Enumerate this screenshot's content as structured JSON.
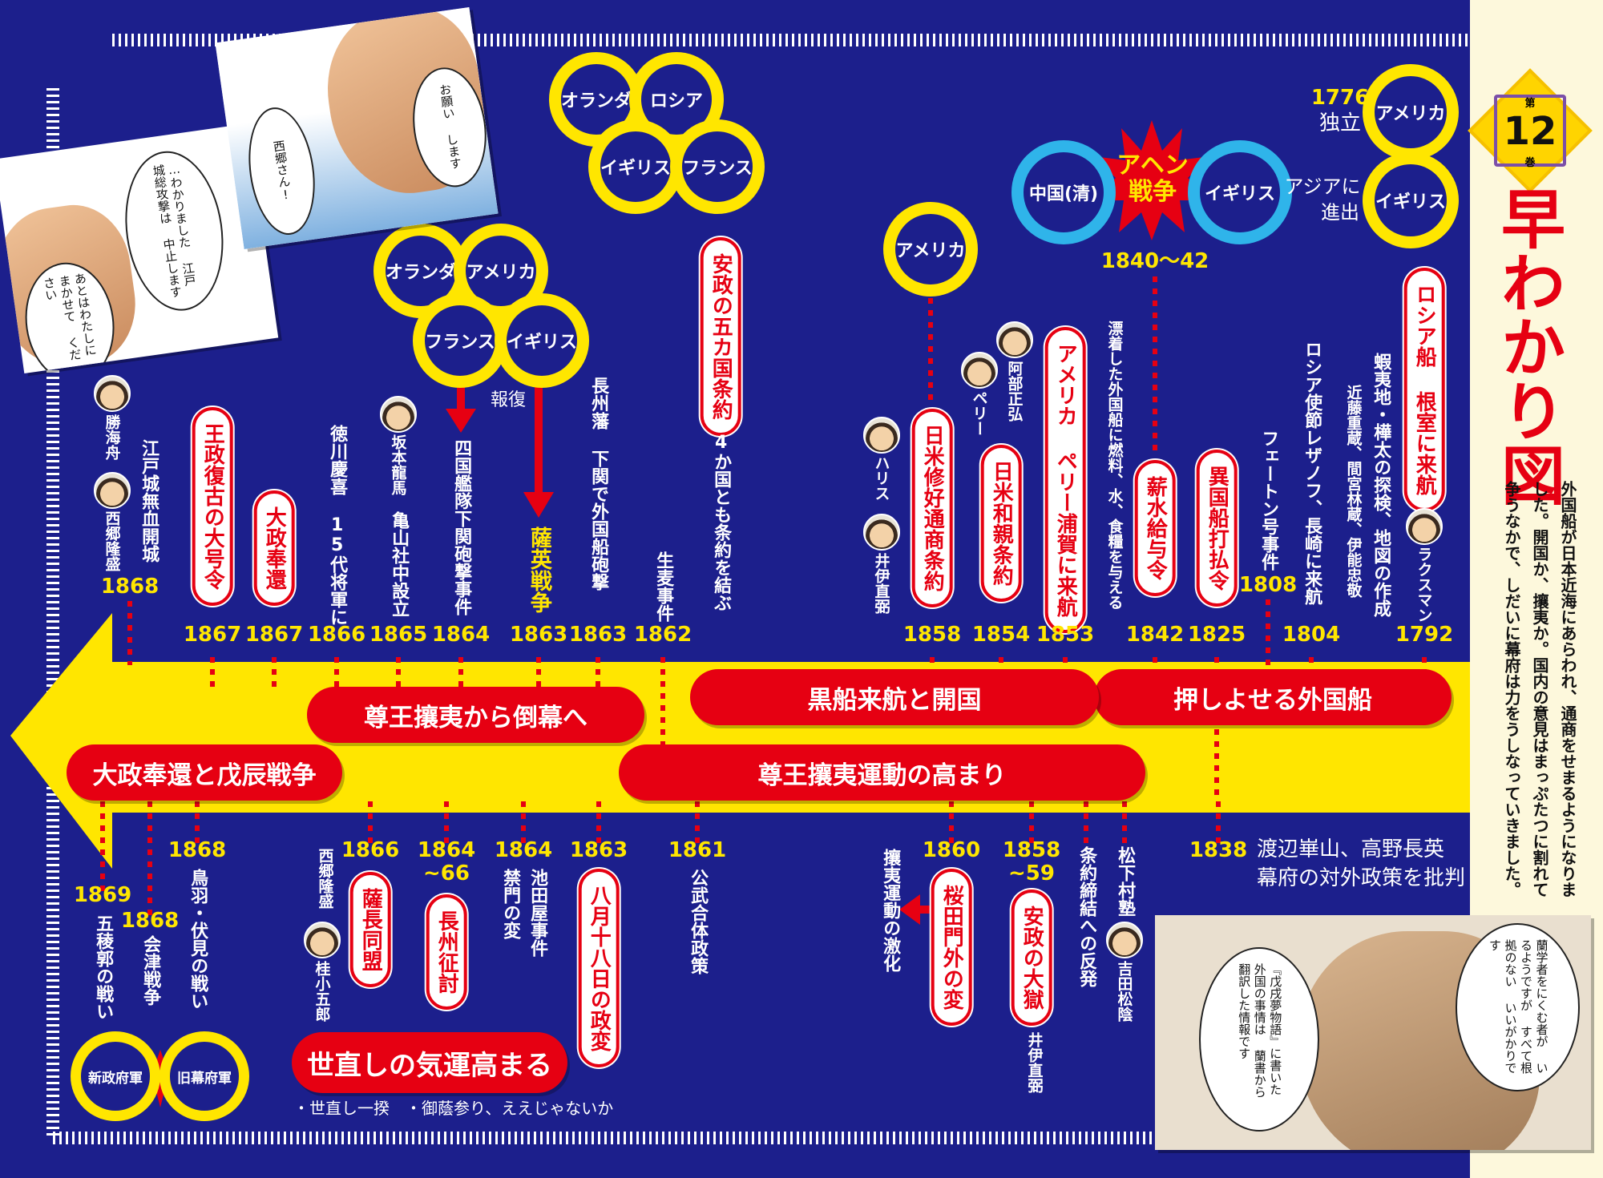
{
  "side_panel": {
    "volume_prefix": "第",
    "volume_number": "12",
    "volume_suffix": "巻",
    "title": "早わかり図",
    "description": [
      "外国船が日本近海にあらわれ、通商をせまるようになりま",
      "した。開国か、攘夷か。国内の意見はまっぷたつに割れて",
      "争うなかで、しだいに幕府は力をうしなっていきました。"
    ]
  },
  "bands": [
    "押しよせる外国船",
    "黒船来航と開国",
    "尊王攘夷から倒幕へ",
    "大政奉還と戊辰戦争",
    "尊王攘夷運動の高まり",
    "世直しの気運高まる"
  ],
  "yonaoshi_note": "・世直し一揆　・御蔭参り、ええじゃないか",
  "events_top": [
    "ロシア船 根室に来航",
    "蝦夷地・樺太の探検、地図の作成",
    "近藤重蔵、間宮林蔵、伊能忠敬",
    "ロシア使節レザノフ、長崎に来航",
    "フェートン号事件",
    "異国船打払令",
    "薪水給与令",
    "漂着した外国船に燃料、水、食糧を与える",
    "アメリカ ペリー浦賀に来航",
    "日米和親条約",
    "日米修好通商条約",
    "安政の五カ国条約",
    "4か国とも条約を結ぶ",
    "生麦事件",
    "長州藩 下関で外国船砲撃",
    "薩英戦争",
    "四国艦隊下関砲撃事件",
    "亀山社中設立",
    "徳川慶喜 15代将軍に",
    "大政奉還",
    "王政復古の大号令",
    "江戸城無血開城"
  ],
  "retaliation_label": "報復",
  "events_bottom": [
    "五稜郭の戦い",
    "会津戦争",
    "鳥羽・伏見の戦い",
    "薩長同盟",
    "長州征討",
    "禁門の変",
    "池田屋事件",
    "八月十八日の政変",
    "公武合体政策",
    "攘夷運動の激化",
    "桜田門外の変",
    "安政の大獄",
    "条約締結への反発",
    "松下村塾"
  ],
  "criticism": [
    "渡辺崋山、高野長英",
    "幕府の対外政策を批判"
  ],
  "years_top": [
    "1868",
    "1867",
    "1867",
    "1866",
    "1865",
    "1864",
    "1863",
    "1863",
    "1862",
    "1858",
    "1854",
    "1853",
    "1842",
    "1825",
    "1808",
    "1804",
    "1792"
  ],
  "years_bottom": [
    "1869",
    "1868",
    "1868",
    "1866",
    "1864\n~66",
    "1864",
    "1863",
    "1861",
    "1860",
    "1858\n~59",
    "1838"
  ],
  "years_other": {
    "opium_war": "1840〜42",
    "independence": "1776"
  },
  "people": [
    "勝海舟",
    "西郷隆盛",
    "坂本龍馬",
    "ハリス",
    "井伊直弼",
    "ペリー",
    "阿部正弘",
    "ラクスマン",
    "西郷隆盛",
    "桂小五郎",
    "井伊直弼",
    "吉田松陰"
  ],
  "countries": [
    "オランダ",
    "アメリカ",
    "フランス",
    "イギリス",
    "オランダ",
    "ロシア",
    "イギリス",
    "フランス",
    "アメリカ",
    "中国(清)",
    "イギリス",
    "アメリカ",
    "イギリス",
    "新政府軍",
    "旧幕府軍"
  ],
  "opium_war": "アヘン戦争",
  "world_notes": {
    "independence": "独立",
    "asia_1": "アジアに",
    "asia_2": "進出"
  },
  "manga": {
    "panel_left": [
      "…わかりました 江戸城総攻撃は 中止します",
      "あとはわたしに まかせて ください"
    ],
    "panel_top": [
      "お願い します",
      "西郷さん!"
    ],
    "panel_bottom_right": [
      "蘭学者をにくむ者が いるようですが すべて根拠のない いいがかりです",
      "『戊戌夢物語』に書いた 外国の事情は 蘭書から 翻訳した情報です"
    ]
  },
  "colors": {
    "background": "#1c1f8c",
    "band": "#ffe600",
    "accent_red": "#e60012",
    "cream": "#fdf8dc",
    "cyan": "#2fb4ea"
  }
}
